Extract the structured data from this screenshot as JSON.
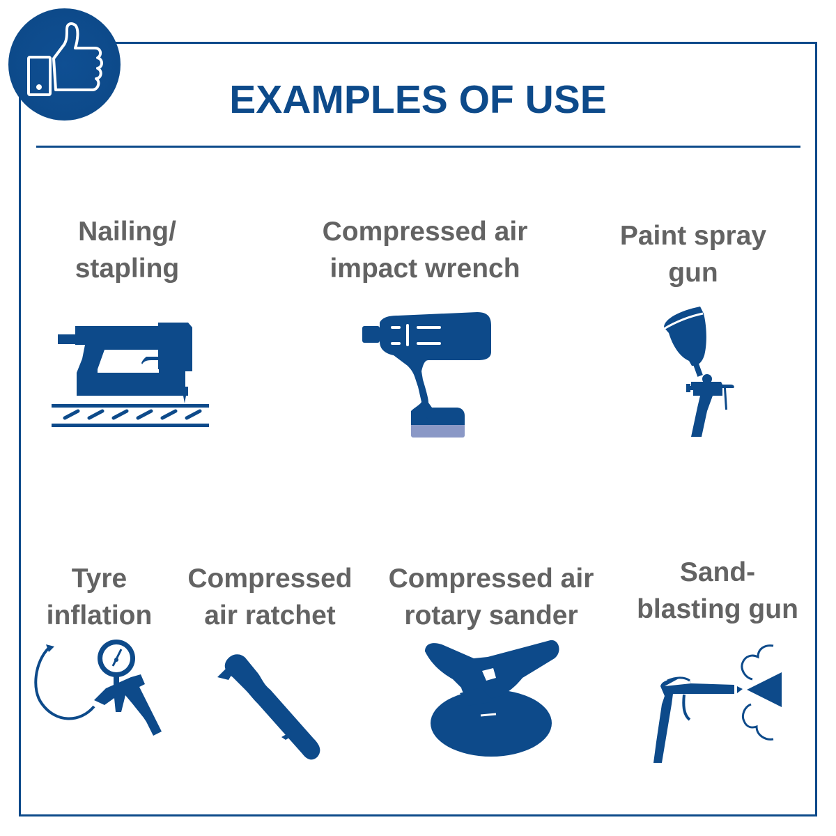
{
  "header": {
    "badge_icon": "thumbs-up-icon",
    "title": "EXAMPLES OF USE"
  },
  "colors": {
    "brand_blue": "#0d4a8a",
    "label_gray": "#636363",
    "battery_light": "#8a98c6"
  },
  "examples": [
    {
      "line1": "Nailing/",
      "line2": "stapling",
      "icon": "nail-gun-icon"
    },
    {
      "line1": "Compressed air",
      "line2": "impact wrench",
      "icon": "impact-wrench-icon"
    },
    {
      "line1": "Paint spray",
      "line2": "gun",
      "icon": "spray-gun-icon"
    },
    {
      "line1": "Tyre",
      "line2": "inflation",
      "icon": "tyre-inflator-icon"
    },
    {
      "line1": "Compressed",
      "line2": "air ratchet",
      "icon": "ratchet-icon"
    },
    {
      "line1": "Compressed air",
      "line2": "rotary sander",
      "icon": "rotary-sander-icon"
    },
    {
      "line1": "Sand-",
      "line2": "blasting gun",
      "icon": "sandblasting-gun-icon"
    }
  ]
}
